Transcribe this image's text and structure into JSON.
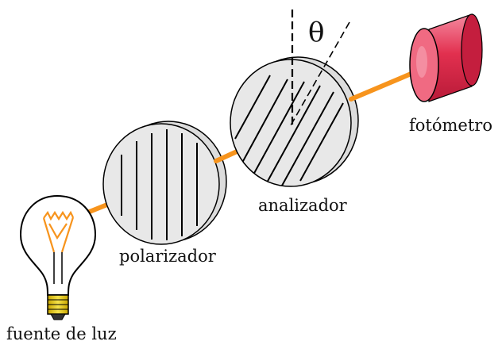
{
  "labels": {
    "source": "fuente de luz",
    "polarizer": "polarizador",
    "analyzer": "analizador",
    "photometer": "fotómetro",
    "angle": "θ"
  },
  "colors": {
    "beam": "#f7941d",
    "disc_fill": "#e8e8e8",
    "disc_outline": "#000000",
    "photometer_body": "#e2304f",
    "photometer_light": "#f06a82",
    "filament": "#f7941d",
    "bulb_base": "#e8c800"
  },
  "icons": {
    "source": "light-bulb-icon",
    "photometer": "photometer-icon"
  }
}
